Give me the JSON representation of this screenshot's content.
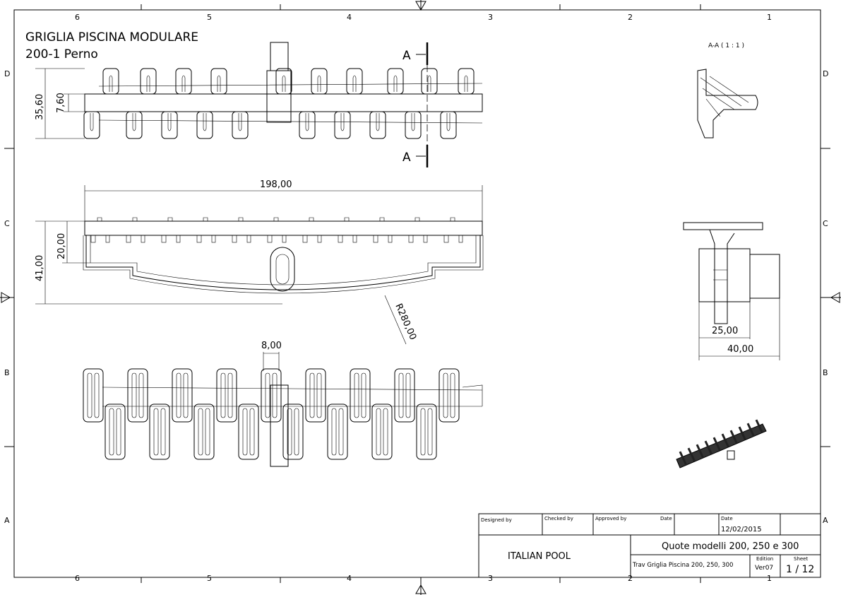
{
  "title": {
    "line1": "GRIGLIA PISCINA MODULARE",
    "line2": "200-1 Perno"
  },
  "zones": {
    "columns": [
      "6",
      "5",
      "4",
      "3",
      "2",
      "1"
    ],
    "rows": [
      "D",
      "C",
      "B",
      "A"
    ]
  },
  "section": {
    "marker": "A",
    "view_label": "A-A ( 1 : 1 )"
  },
  "dimensions": {
    "top_height": "35,60",
    "top_bar": "7,60",
    "front_length": "198,00",
    "front_height": "41,00",
    "front_rail": "20,00",
    "radius": "R280,00",
    "tooth_width": "8,00",
    "side_inner": "25,00",
    "side_outer": "40,00"
  },
  "title_block": {
    "designed_by_label": "Designed by",
    "checked_by_label": "Checked by",
    "approved_by_label": "Approved by",
    "date_label_1": "Date",
    "date_label_2": "Date",
    "date_value": "12/02/2015",
    "company": "ITALIAN POOL",
    "drawing_title": "Quote modelli 200, 250 e 300",
    "file_name": "Trav Griglia Piscina 200, 250, 300",
    "edition_label": "Edition",
    "edition_value": "Ver07",
    "sheet_label": "Sheet",
    "sheet_value": "1 / 12"
  }
}
